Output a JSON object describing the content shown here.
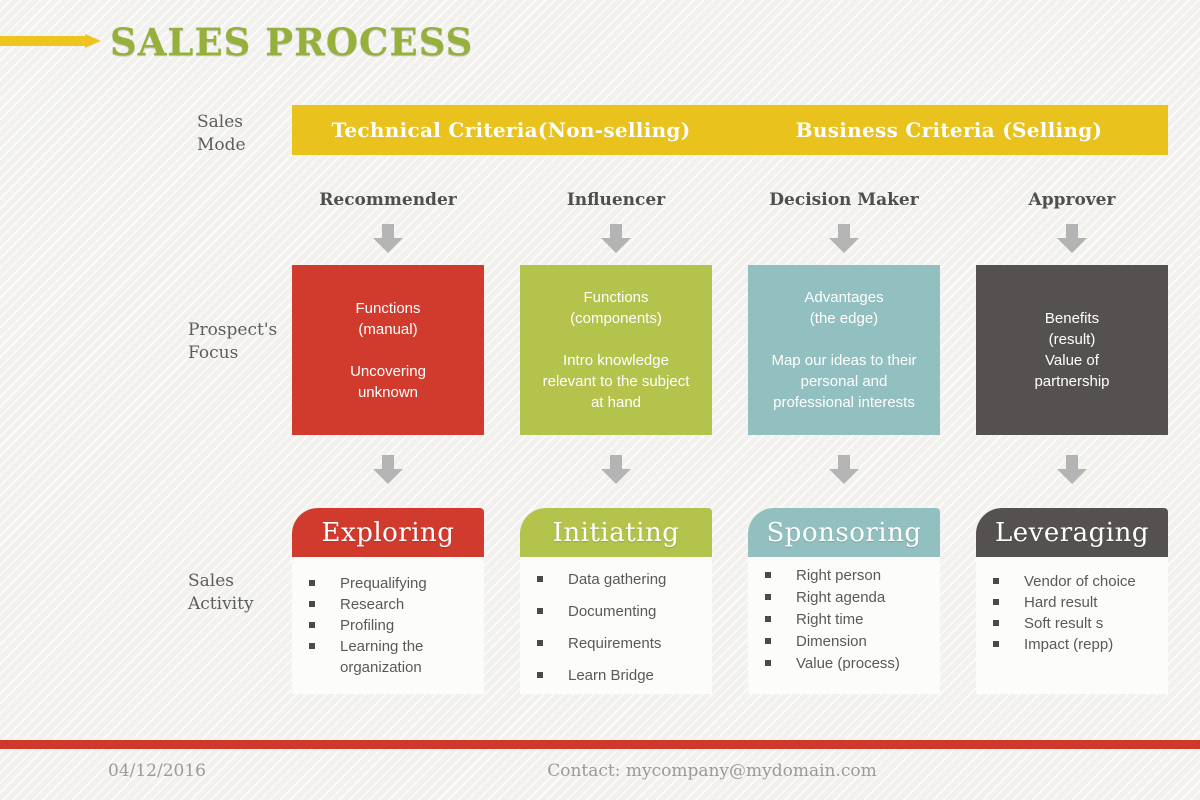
{
  "page": {
    "title": "SALES PROCESS",
    "row_labels": {
      "sales_mode": "Sales\nMode",
      "prospects_focus": "Prospect's\nFocus",
      "sales_activity": "Sales\nActivity"
    },
    "banner": {
      "left": "Technical Criteria(Non-selling)",
      "right": "Business Criteria (Selling)"
    },
    "footer": {
      "date": "04/12/2016",
      "contact": "Contact: mycompany@mydomain.com"
    }
  },
  "colors": {
    "accent_yellow": "#eec41f",
    "banner_yellow": "#e9c21d",
    "title_green": "#95b13c",
    "arrow_gray": "#b4b4b4",
    "footer_red": "#cf392b",
    "column_red": "#d03b2d",
    "column_olive": "#b4c34c",
    "column_teal": "#92bfbf",
    "column_dark_gray": "#565151"
  },
  "columns": [
    {
      "role": "Recommender",
      "color": "#d03b2d",
      "focus": "Functions\n(manual)\n\nUncovering\nunknown",
      "stage": "Exploring",
      "activities": [
        "Prequalifying",
        "Research",
        "Profiling",
        "Learning the organization"
      ]
    },
    {
      "role": "Influencer",
      "color": "#b4c34c",
      "focus": "Functions\n(components)\n\nIntro knowledge\nrelevant to the subject\nat hand",
      "stage": "Initiating",
      "activities": [
        "Data gathering",
        "Documenting",
        "Requirements",
        "Learn Bridge"
      ]
    },
    {
      "role": "Decision Maker",
      "color": "#92bfbf",
      "focus": "Advantages\n(the edge)\n\nMap our ideas to their\npersonal and\nprofessional interests",
      "stage": "Sponsoring",
      "activities": [
        "Right person",
        "Right agenda",
        "Right time",
        "Dimension",
        "Value (process)"
      ]
    },
    {
      "role": "Approver",
      "color": "#565151",
      "focus": "Benefits\n(result)\nValue of\npartnership",
      "stage": "Leveraging",
      "activities": [
        "Vendor of choice",
        "Hard result",
        "Soft result s",
        "Impact (repp)"
      ]
    }
  ]
}
